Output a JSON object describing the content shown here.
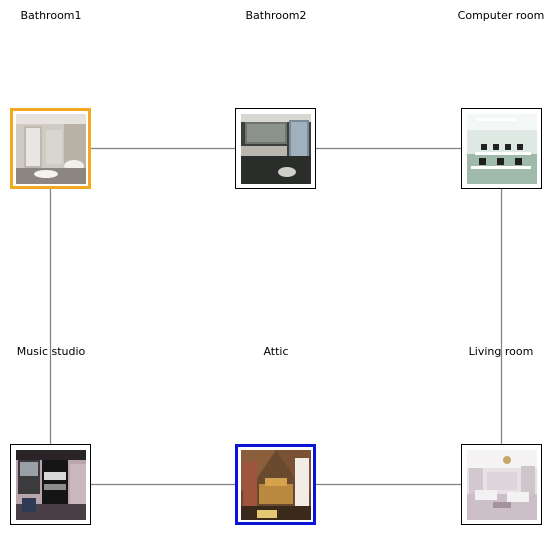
{
  "rooms": [
    {
      "id": "bathroom1",
      "label": "Bathroom1",
      "state": "current",
      "thumb_icon": "bathroom-photo-icon"
    },
    {
      "id": "bathroom2",
      "label": "Bathroom2",
      "state": "normal",
      "thumb_icon": "bathroom-photo-icon"
    },
    {
      "id": "computer-room",
      "label": "Computer room",
      "state": "normal",
      "thumb_icon": "computer-room-photo-icon"
    },
    {
      "id": "music-studio",
      "label": "Music studio",
      "state": "normal",
      "thumb_icon": "music-studio-photo-icon"
    },
    {
      "id": "attic",
      "label": "Attic",
      "state": "target",
      "thumb_icon": "attic-photo-icon"
    },
    {
      "id": "living-room",
      "label": "Living room",
      "state": "normal",
      "thumb_icon": "living-room-photo-icon"
    }
  ],
  "connections": [
    [
      "bathroom1",
      "bathroom2"
    ],
    [
      "bathroom2",
      "computer-room"
    ],
    [
      "bathroom1",
      "music-studio"
    ],
    [
      "computer-room",
      "living-room"
    ],
    [
      "music-studio",
      "attic"
    ],
    [
      "attic",
      "living-room"
    ]
  ],
  "colors": {
    "current_border": "#F2A81F",
    "target_border": "#0A14D6",
    "edge": "#808080"
  }
}
